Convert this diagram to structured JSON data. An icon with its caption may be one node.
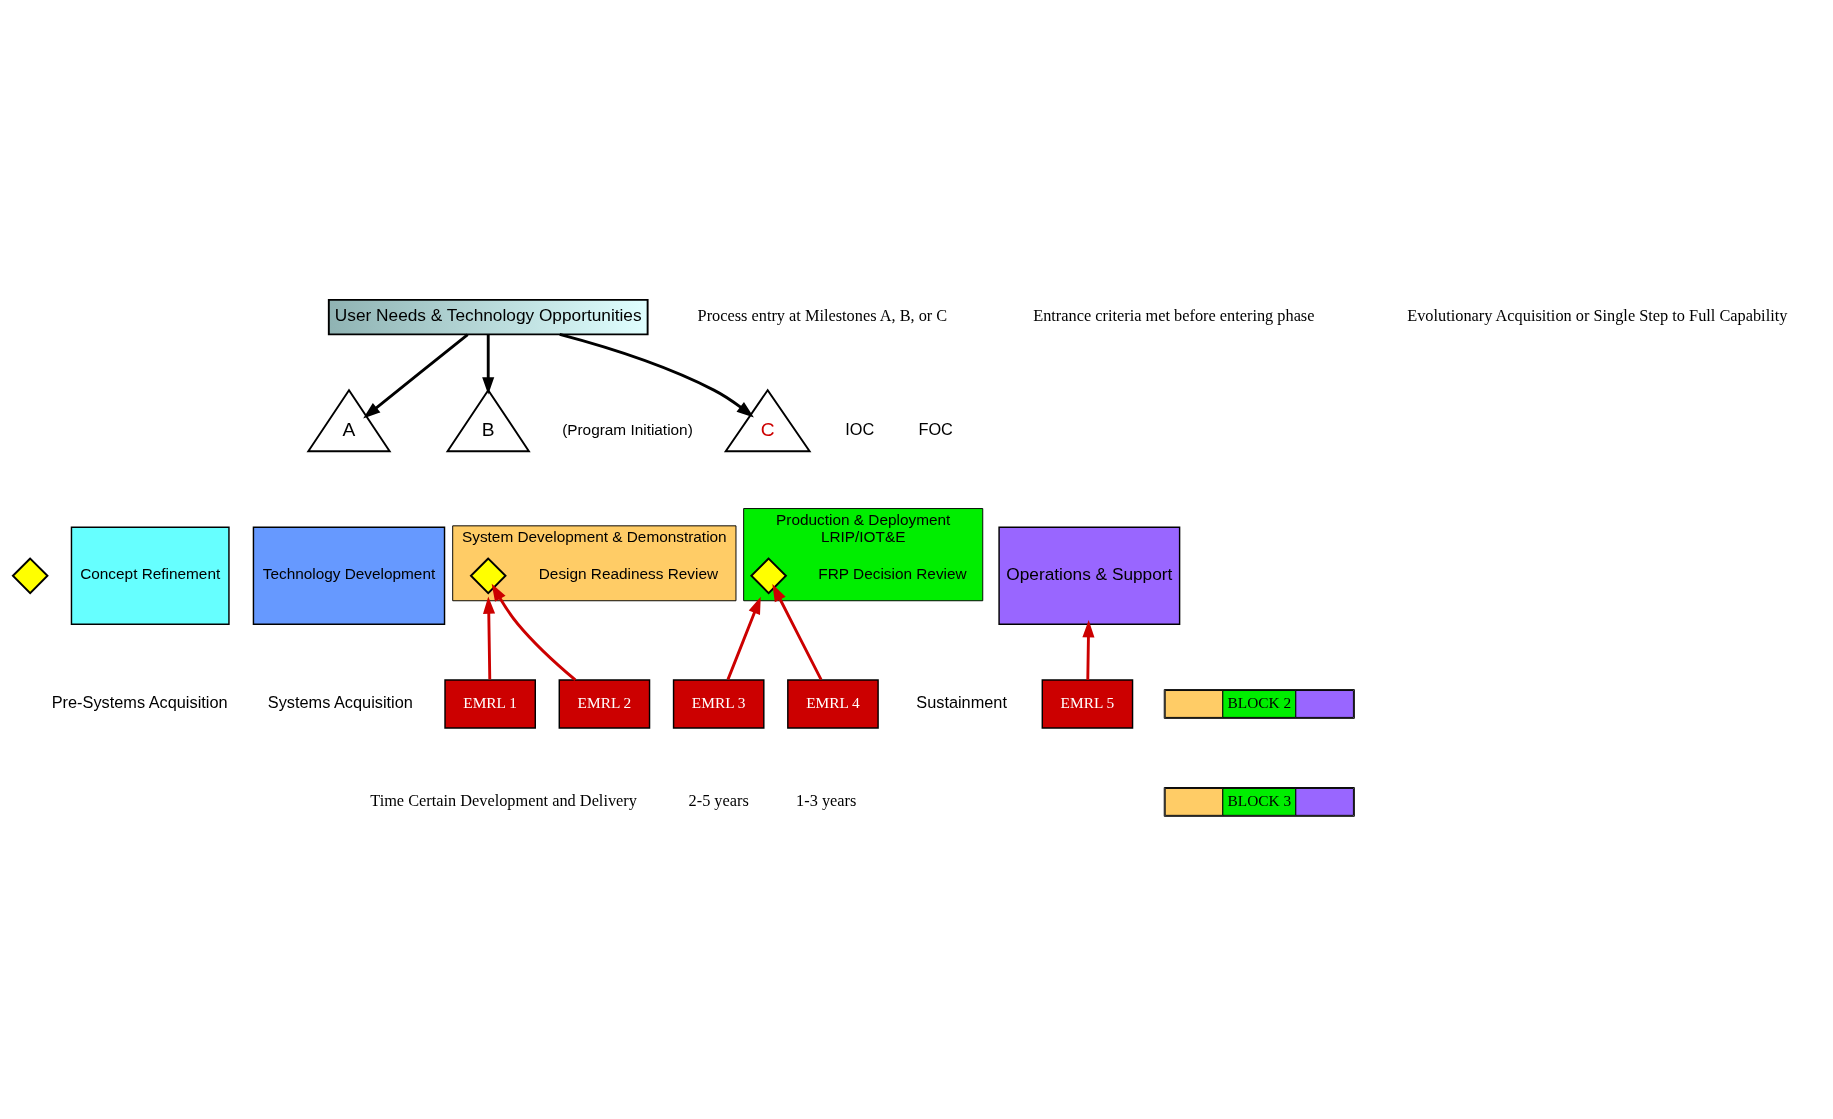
{
  "diagram": {
    "nodes": [
      {
        "text": [
          "User Needs & Technology Opportunities"
        ]
      },
      {
        "text": [
          "A"
        ]
      },
      {
        "text": [
          "B"
        ],
        "beside": [
          "(Program Initiation)"
        ]
      },
      {
        "text": [
          "C"
        ]
      },
      {
        "text": [
          "Concept Refinement"
        ]
      },
      {
        "text": [
          "Technology Development"
        ]
      },
      {
        "text": [
          "System Development & Demonstration"
        ]
      },
      {
        "text": [],
        "shape": "diamond",
        "in": 6,
        "beside": [
          "Design Readiness Review"
        ]
      },
      {
        "text": [
          "Production & Deployment",
          "LRIP/IOT&E"
        ]
      },
      {
        "text": [],
        "shape": "diamond",
        "in": 8,
        "beside": [
          "FRP Decision Review"
        ]
      },
      {
        "text": [
          "Operations & Support"
        ]
      },
      {
        "text": [],
        "shape": "diamond"
      },
      {
        "text": [
          "EMRL 1"
        ]
      },
      {
        "text": [
          "EMRL 2"
        ]
      },
      {
        "text": [
          "EMRL 3"
        ]
      },
      {
        "text": [
          "EMRL 4"
        ]
      },
      {
        "text": [
          "EMRL 5"
        ]
      },
      {
        "text": [
          "BLOCK 2"
        ]
      },
      {
        "text": [
          "BLOCK 3"
        ]
      }
    ],
    "edges": [
      {
        "from": 0,
        "to": 1,
        "arrow": "to",
        "color": "#000000"
      },
      {
        "from": 0,
        "to": 2,
        "arrow": "to",
        "color": "#000000"
      },
      {
        "from": 0,
        "to": 3,
        "arrow": "to",
        "color": "#000000"
      },
      {
        "from": 12,
        "to": 6,
        "arrow": "to",
        "color": "#cc0000"
      },
      {
        "from": 13,
        "to": 7,
        "arrow": "to",
        "color": "#cc0000"
      },
      {
        "from": 14,
        "to": 8,
        "arrow": "to",
        "color": "#cc0000"
      },
      {
        "from": 15,
        "to": 9,
        "arrow": "to",
        "color": "#cc0000"
      },
      {
        "from": 16,
        "to": 10,
        "arrow": "to",
        "color": "#cc0000"
      }
    ],
    "labels": [
      "Process entry at Milestones A, B, or C",
      "Entrance criteria met before entering phase",
      "Evolutionary Acquisition or Single Step to Full Capability",
      "IOC",
      "FOC",
      "Pre-Systems Acquisition",
      "Systems Acquisition",
      "Sustainment",
      "Time Certain Development and Delivery",
      "2-5 years",
      "1-3 years"
    ]
  }
}
